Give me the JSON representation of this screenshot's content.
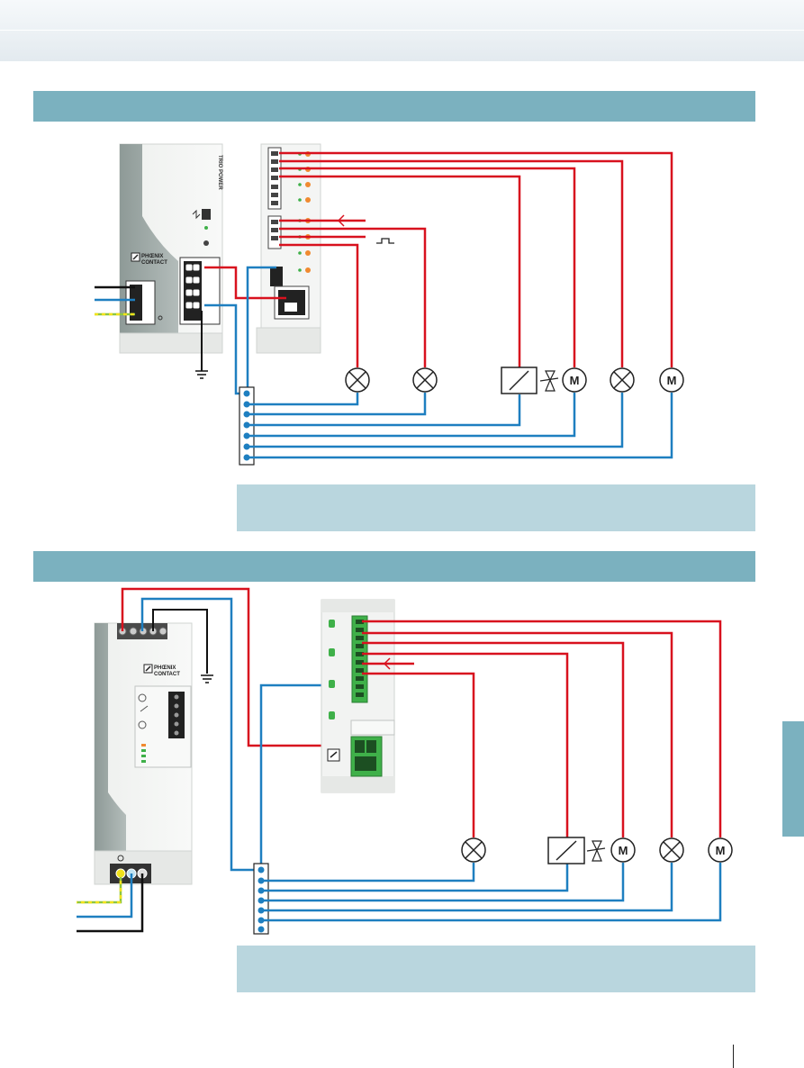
{
  "header": {
    "title": ""
  },
  "sections": [
    {
      "title": "",
      "caption": ""
    },
    {
      "title": "",
      "caption": ""
    }
  ],
  "device1": {
    "vertical_label": "TRIO POWER",
    "logo_line1": "PHŒNIX",
    "logo_line2": "CONTACT"
  },
  "device2": {
    "logo_line1": "PHŒNIX",
    "logo_line2": "CONTACT"
  },
  "symbols": {
    "motor": "M"
  },
  "footer": {
    "page_number": ""
  },
  "colors": {
    "accent_bar": "#7bb1bf",
    "caption_bg": "#b9d6de",
    "wire_positive": "#d8111e",
    "wire_negative": "#1e7fc0",
    "wire_black": "#111111",
    "wire_pe_green": "#8ec63f",
    "wire_pe_yellow": "#f2e21a",
    "terminal_orange": "#f08a30",
    "terminal_green": "#3fb049"
  },
  "icons": [
    "ground-icon",
    "lamp-icon",
    "motor-icon",
    "valve-coil-icon",
    "valve-icon",
    "phoenix-logo-icon",
    "rising-arrow-icon",
    "pulse-icon"
  ]
}
